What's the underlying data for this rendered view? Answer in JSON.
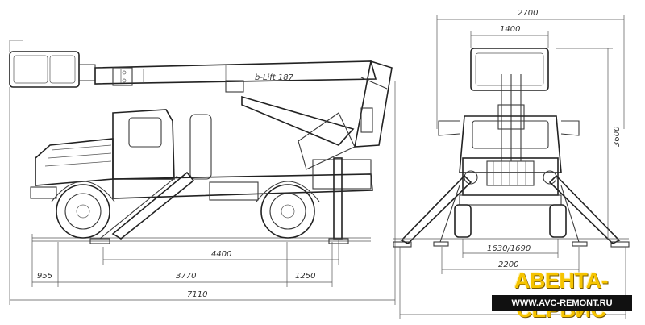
{
  "dimensions": {
    "total_length": "7110",
    "rear_overhang": "955",
    "wheelbase": "3770",
    "front_overhang": "1250",
    "outrigger_span_side": "4400",
    "total_width_top": "2700",
    "platform_width": "1400",
    "height": "3600",
    "track": "1630/1690",
    "body_width": "2200"
  },
  "boom_label": "b-Lift 187",
  "brand": {
    "name": "АВЕНТА-СЕРВИС",
    "website": "WWW.AVC-REMONT.RU",
    "color_primary": "#f6c400"
  }
}
